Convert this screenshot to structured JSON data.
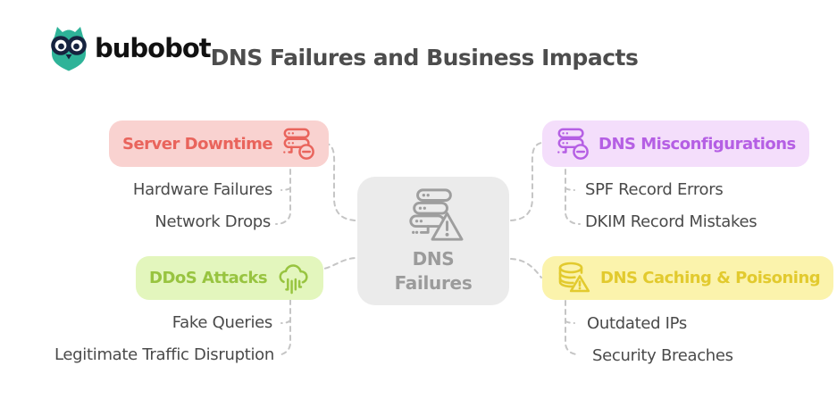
{
  "header": {
    "logo_text": "bubobot",
    "title": "DNS Failures and Business Impacts"
  },
  "colors": {
    "title_text": "#4D4D4D",
    "logo_text": "#111111",
    "owl_brand": "#2EB398",
    "subitem_text": "#4A4A4A",
    "connector_line": "#C5C5C5",
    "center_bg": "#EBEBEB",
    "center_fg": "#9B9B9B"
  },
  "center_node": {
    "icon": "server-warning-icon",
    "label_line1": "DNS",
    "label_line2": "Failures"
  },
  "branches": [
    {
      "id": "server-downtime",
      "side": "left",
      "label": "Server Downtime",
      "icon": "server-minus-icon",
      "bg": "#F9D2D0",
      "fg": "#E9645C",
      "children": [
        "Hardware Failures",
        "Network Drops"
      ]
    },
    {
      "id": "dns-misconfigurations",
      "side": "right",
      "label": "DNS Misconfigurations",
      "icon": "server-minus-icon",
      "bg": "#F4DEFB",
      "fg": "#B55FE4",
      "children": [
        "SPF Record Errors",
        "DKIM Record Mistakes"
      ]
    },
    {
      "id": "ddos-attacks",
      "side": "left",
      "label": "DDoS Attacks",
      "icon": "cloud-ddos-icon",
      "bg": "#E3F6BD",
      "fg": "#98C440",
      "children": [
        "Fake Queries",
        "Legitimate Traffic Disruption"
      ]
    },
    {
      "id": "dns-caching-poisoning",
      "side": "right",
      "label": "DNS Caching & Poisoning",
      "icon": "database-warning-icon",
      "bg": "#FBF3AC",
      "fg": "#E2CA2E",
      "children": [
        "Outdated IPs",
        "Security Breaches"
      ]
    }
  ]
}
